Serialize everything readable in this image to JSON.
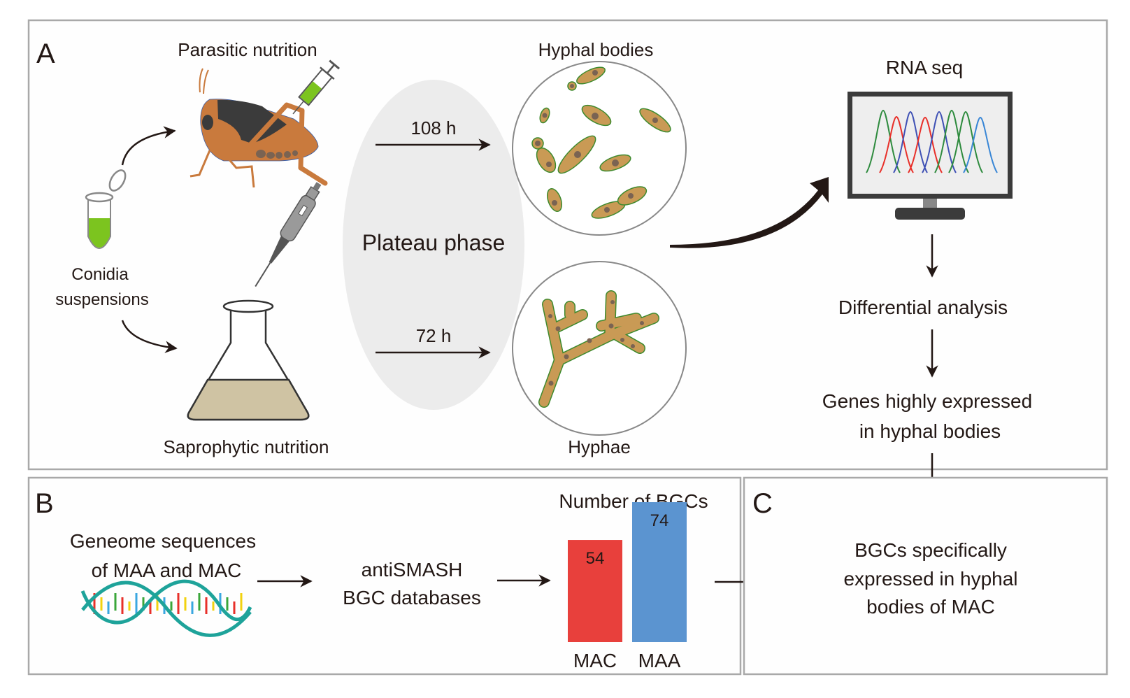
{
  "panels": {
    "a": {
      "letter": "A",
      "parasitic_label": "Parasitic nutrition",
      "saprophytic_label": "Saprophytic nutrition",
      "conidia_line1": "Conidia",
      "conidia_line2": "suspensions",
      "plateau_label": "Plateau phase",
      "time_top": "108 h",
      "time_bottom": "72 h",
      "hyphal_bodies_label": "Hyphal bodies",
      "hyphae_label": "Hyphae",
      "rna_seq_label": "RNA  seq",
      "differential_label": "Differential analysis",
      "genes_line1": "Genes highly expressed",
      "genes_line2": "in hyphal bodies"
    },
    "b": {
      "letter": "B",
      "genome_line1": "Geneome sequences",
      "genome_line2": "of MAA and MAC",
      "antismash_line1": "antiSMASH",
      "antismash_line2": "BGC databases"
    },
    "c": {
      "letter": "C",
      "result_line1": "BGCs specifically",
      "result_line2": "expressed in hyphal",
      "result_line3": "bodies of  MAC"
    }
  },
  "colors": {
    "mac_bar": "#e8403c",
    "maa_bar": "#5b94d0",
    "fungus_fill": "#c99a55",
    "fungus_outline": "#3e8a2e",
    "nucleus": "#7a6352",
    "grasshopper_body": "#c97a3d",
    "grasshopper_dark": "#3b3b3b",
    "green_liquid": "#7cc41f",
    "flask_medium": "#cfc3a3",
    "plateau_ellipse": "#ececec",
    "chromatogram_green": "#2e8b3e",
    "chromatogram_red": "#e8302a",
    "chromatogram_blue": "#3f51b5",
    "chromatogram_lightblue": "#3a87d6"
  },
  "chart_data": {
    "type": "bar",
    "title": "Number of BGCs",
    "categories": [
      "MAC",
      "MAA"
    ],
    "values": [
      54,
      74
    ],
    "data_labels": [
      "54",
      "74"
    ],
    "xlabel": "",
    "ylabel": "",
    "ylim": [
      0,
      80
    ],
    "grid": false,
    "legend": "none"
  }
}
